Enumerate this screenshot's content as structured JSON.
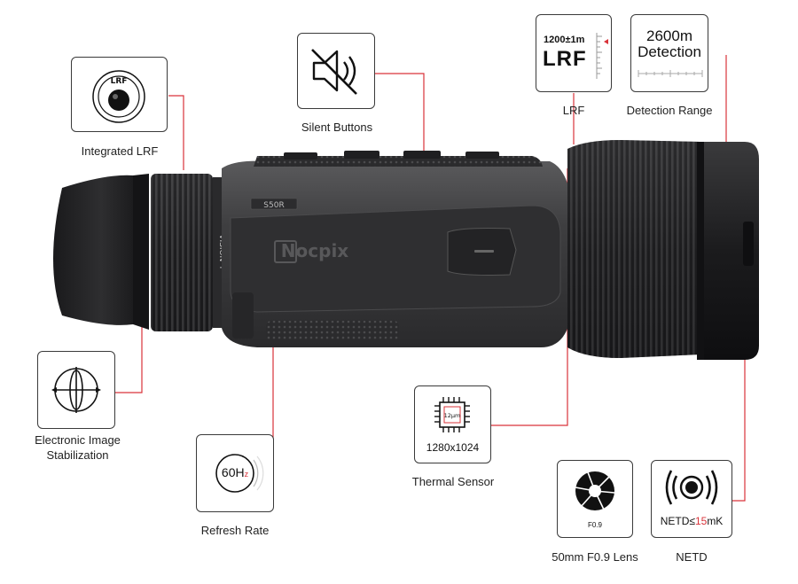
{
  "device": {
    "brand_text": "Nocpix",
    "model_text": "S50R",
    "ring_text": "VISION +"
  },
  "features": {
    "integrated_lrf": {
      "caption": "Integrated LRF",
      "icon_label": "LRF"
    },
    "silent_buttons": {
      "caption": "Silent Buttons"
    },
    "lrf": {
      "caption": "LRF",
      "readout_value": "1200±1m",
      "readout_label": "LRF"
    },
    "detection_range": {
      "caption": "Detection Range",
      "value": "2600m",
      "label": "Detection"
    },
    "eis": {
      "caption_line1": "Electronic Image",
      "caption_line2": "Stabilization"
    },
    "refresh_rate": {
      "caption": "Refresh Rate",
      "value": "60H",
      "subscript": "z"
    },
    "thermal_sensor": {
      "caption": "Thermal Sensor",
      "chip_label": "12μm",
      "resolution": "1280x1024"
    },
    "lens": {
      "caption": "50mm F0.9 Lens",
      "aperture_label": "F0.9"
    },
    "netd": {
      "caption": "NETD",
      "prefix": "NETD≤",
      "value": "15",
      "unit": "mK"
    }
  },
  "colors": {
    "leader_line": "#d9333a",
    "accent_red": "#d9333a",
    "box_border": "#3a3a3a",
    "device_body": "#3c3c3e",
    "device_dark": "#1c1c1e"
  }
}
